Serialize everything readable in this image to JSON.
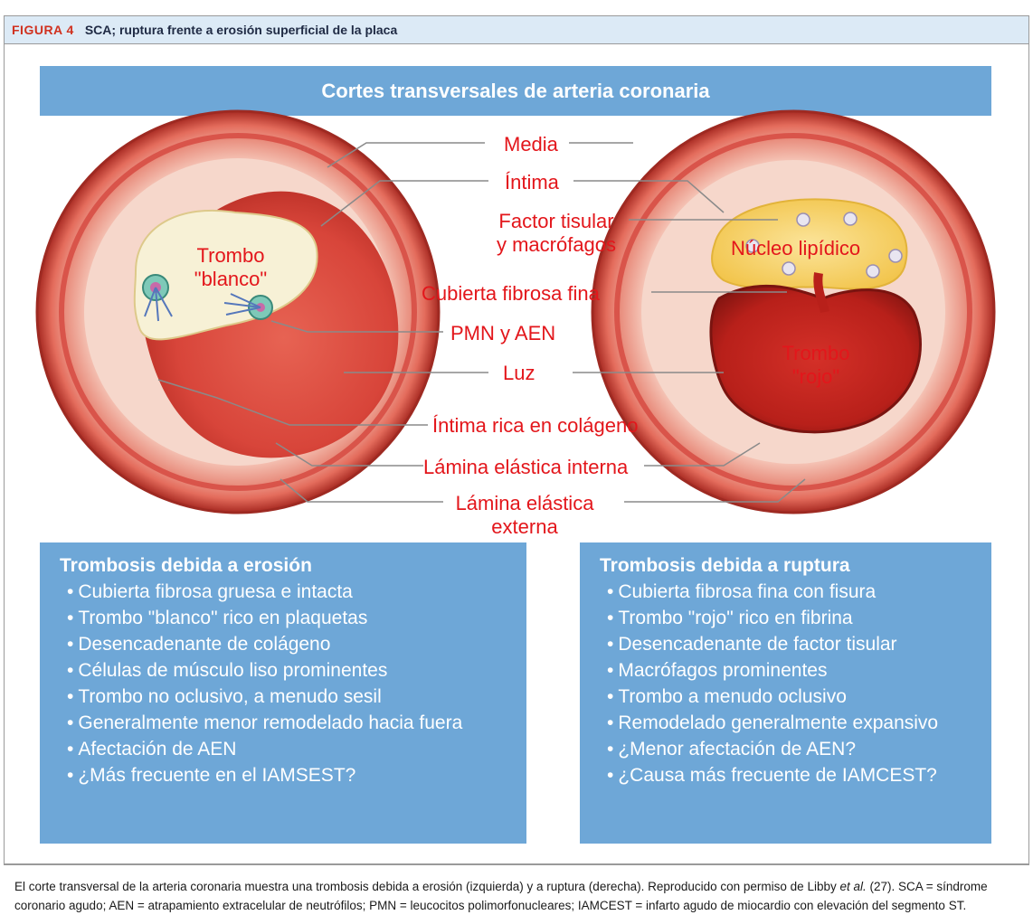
{
  "header": {
    "figure_label": "FIGURA 4",
    "figure_title": "SCA; ruptura frente a erosión superficial de la placa"
  },
  "diagram": {
    "title": "Cortes transversales de arteria coronaria",
    "labels": {
      "media": "Media",
      "intima": "Íntima",
      "factor_tisular_1": "Factor tisular",
      "factor_tisular_2": "y macrófagos",
      "cubierta_fina": "Cubierta fibrosa fina",
      "pmn_aen": "PMN y AEN",
      "luz": "Luz",
      "intima_colageno": "Íntima rica en colágeno",
      "lamina_interna": "Lámina elástica interna",
      "lamina_externa_1": "Lámina elástica",
      "lamina_externa_2": "externa",
      "trombo_blanco_1": "Trombo",
      "trombo_blanco_2": "\"blanco\"",
      "nucleo_lipidico": "Núcleo lipídico",
      "trombo_rojo_1": "Trombo",
      "trombo_rojo_2": "\"rojo\""
    },
    "colors": {
      "label_red": "#e3161b",
      "box_blue": "#6ea7d7",
      "vessel_red": "#d9453a",
      "vessel_pink": "#f2b5a6",
      "lipid_yellow": "#f6d46a",
      "thrombus_white": "#f7f1d6"
    }
  },
  "erosion_box": {
    "title": "Trombosis debida a erosión",
    "items": [
      "Cubierta fibrosa gruesa e intacta",
      "Trombo \"blanco\" rico en plaquetas",
      "Desencadenante de colágeno",
      "Células de músculo liso prominentes",
      "Trombo no oclusivo, a menudo sesil",
      "Generalmente menor remodelado hacia fuera",
      "Afectación de AEN",
      "¿Más frecuente en el IAMSEST?"
    ]
  },
  "rupture_box": {
    "title": "Trombosis debida a ruptura",
    "items": [
      "Cubierta fibrosa fina con fisura",
      "Trombo \"rojo\" rico en fibrina",
      "Desencadenante de factor tisular",
      "Macrófagos prominentes",
      "Trombo a menudo oclusivo",
      "Remodelado generalmente expansivo",
      "¿Menor afectación de AEN?",
      "¿Causa más frecuente de IAMCEST?"
    ]
  },
  "caption": {
    "text_1": "El corte transversal de la arteria coronaria muestra una trombosis debida a erosión (izquierda) y a ruptura (derecha). Reproducido con permiso de Libby ",
    "text_italic": "et al.",
    "text_2": " (27). SCA = síndrome coronario agudo; AEN = atrapamiento extracelular de neutrófilos; PMN = leucocitos polimorfonucleares; IAMCEST = infarto agudo de miocardio con elevación del segmento ST."
  }
}
